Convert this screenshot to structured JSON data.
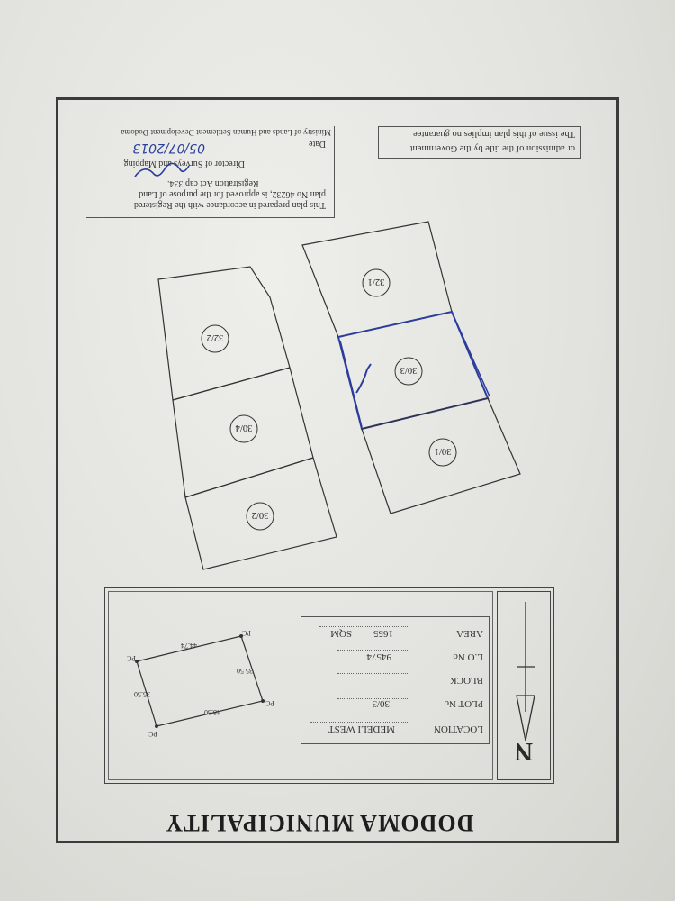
{
  "document": {
    "title": "DODOMA MUNICIPALITY",
    "disclaimer": {
      "line1": "The issue of this plan implies no guarantee",
      "line2": "or admission of the title by the Government"
    },
    "approval": {
      "line1": "This plan prepared in accordance with the Registered",
      "line2": "plan No 46232, is approved for the purpose of Land",
      "line3": "Registration Act cap 334.",
      "signatory": "Director of Surveys and Mapping",
      "date_label": "Date",
      "ministry": "Ministry of Lands and Human Settlement Development Dodoma",
      "handwritten_date": "05/07/2013"
    },
    "north_label": "N",
    "info": {
      "location_label": "LOCATION",
      "location_value": "MEDELI WEST",
      "plot_label": "PLOT No",
      "plot_value": "30/3",
      "block_label": "BLOCK",
      "block_value": "-",
      "lo_label": "L.O No",
      "lo_value": "94574",
      "area_label": "AREA",
      "area_value": "1655",
      "area_unit": "SQM"
    },
    "sketch_dims": {
      "d1": "48.80",
      "d2": "35.50",
      "d3": "44.74",
      "d4": "35.50",
      "corner": "PC"
    },
    "plots": [
      "32/1",
      "30/3",
      "30/1",
      "32/2",
      "30/4",
      "30/2"
    ]
  }
}
